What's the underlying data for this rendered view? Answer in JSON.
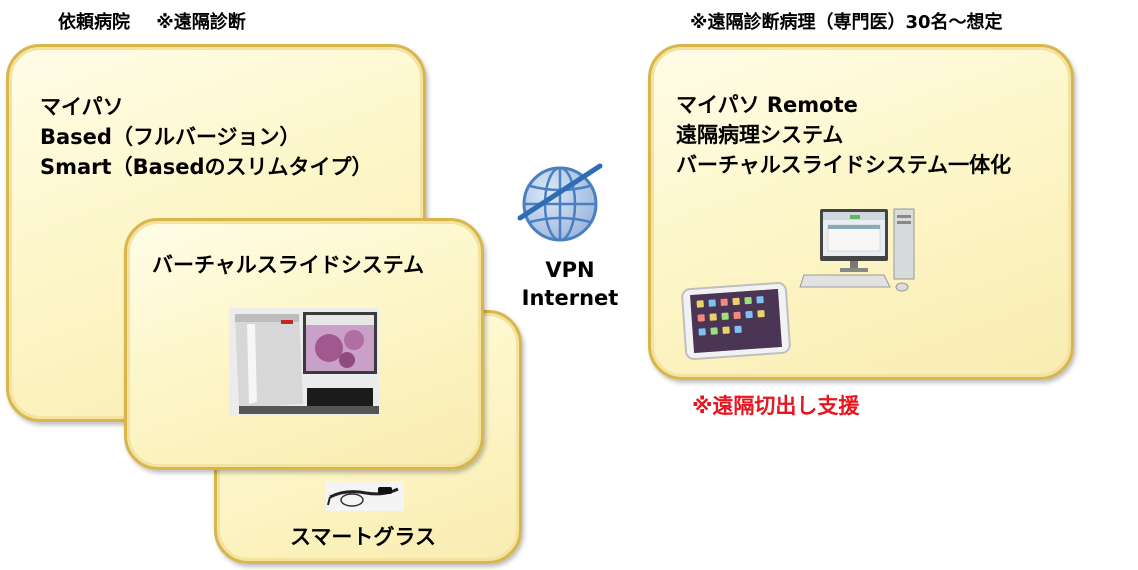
{
  "left_header": {
    "hospital": "依頼病院",
    "mode": "※遠隔診断"
  },
  "left_box": {
    "lines": [
      "マイパソ",
      "Based（フルバージョン）",
      "Smart（Basedのスリムタイプ）"
    ]
  },
  "vss_box": {
    "title": "バーチャルスライドシステム",
    "image": "virtual-slide-scanner-photo"
  },
  "glass_box": {
    "title": "スマートグラス",
    "image": "smart-glasses-photo"
  },
  "network": {
    "icon": "globe-icon",
    "line1": "VPN",
    "line2": "Internet"
  },
  "right_header": {
    "text": "※遠隔診断病理（専門医）30名～想定"
  },
  "right_box": {
    "lines": [
      "マイパソ Remote",
      "遠隔病理システム",
      "バーチャルスライドシステム一体化"
    ],
    "images": [
      "desktop-pc-photo",
      "tablet-photo"
    ]
  },
  "support_note": {
    "text": "※遠隔切出し支援",
    "color": "#e8141e"
  },
  "colors": {
    "box_fill": "#fdf6c9",
    "box_border": "#d8b64a",
    "globe": "#4a7fc1"
  }
}
